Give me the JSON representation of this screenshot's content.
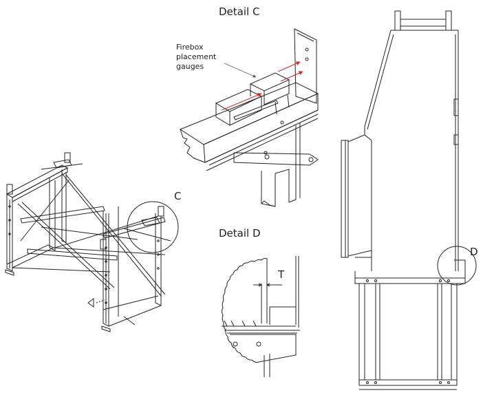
{
  "labels": {
    "detail_c_title": "Detail C",
    "detail_d_title": "Detail D",
    "callout_c": "C",
    "callout_d": "D",
    "dimension_t": "T",
    "gauge_annotation_line1": "Firebox",
    "gauge_annotation_line2": "placement",
    "gauge_annotation_line3": "gauges"
  },
  "colors": {
    "line": "#222222",
    "arrow_red": "#d0282a",
    "background": "#ffffff"
  }
}
